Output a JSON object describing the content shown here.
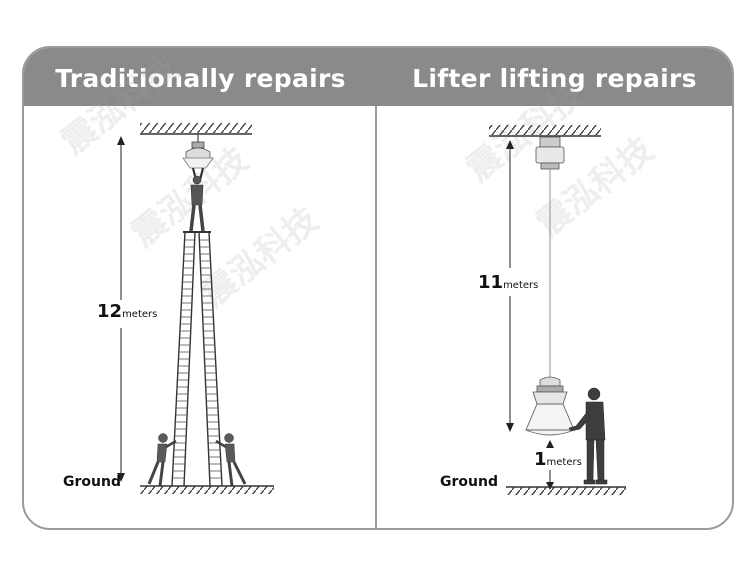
{
  "panels": {
    "left": {
      "title": "Traditionally repairs",
      "height_value": "12",
      "height_unit": "meters",
      "ground_label": "Ground"
    },
    "right": {
      "title": "Lifter lifting repairs",
      "height_value": "11",
      "height_unit": "meters",
      "bottom_value": "1",
      "bottom_unit": "meters",
      "ground_label": "Ground"
    }
  },
  "watermark": "震泓科技",
  "colors": {
    "header": "#8a8a8a",
    "border": "#9a9a9a",
    "ink": "#222222"
  }
}
